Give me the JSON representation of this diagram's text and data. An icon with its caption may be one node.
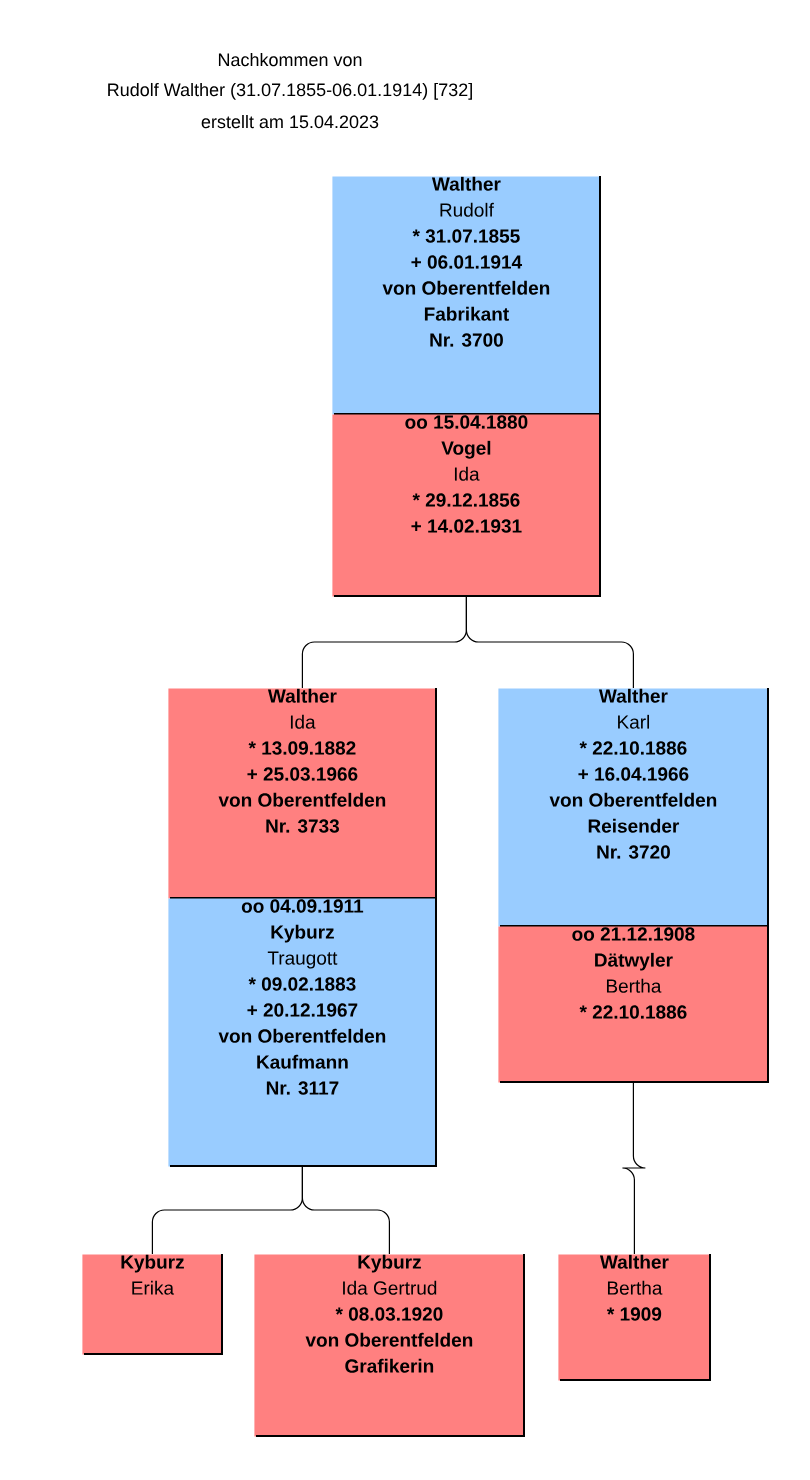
{
  "diagram": {
    "title": "Nachkommen von",
    "nodes": [
      {
        "text": [
          "Walther",
          "Rudolf",
          "* 31.07.1855",
          "+ 06.01.1914",
          "von Oberentfelden",
          "Fabrikant",
          "Nr. 3700"
        ]
      },
      {
        "text": [
          "oo 15.04.1880",
          "Vogel",
          "Ida",
          "* 29.12.1856",
          "+ 14.02.1931"
        ]
      },
      {
        "text": [
          "Walther",
          "Ida",
          "* 13.09.1882",
          "+ 25.03.1966",
          "von Oberentfelden",
          "Nr. 3733"
        ]
      },
      {
        "text": [
          "oo 04.09.1911",
          "Kyburz",
          "Traugott",
          "* 09.02.1883",
          "+ 20.12.1967",
          "von Oberentfelden",
          "Kaufmann",
          "Nr. 3117"
        ]
      },
      {
        "text": [
          "Walther",
          "Karl",
          "* 22.10.1886",
          "+ 16.04.1966",
          "von Oberentfelden",
          "Reisender",
          "Nr. 3720"
        ]
      },
      {
        "text": [
          "oo 21.12.1908",
          "Dätwyler",
          "Bertha",
          "* 22.10.1886"
        ]
      },
      {
        "text": [
          "Kyburz",
          "Erika"
        ]
      },
      {
        "text": [
          "Kyburz",
          "Ida Gertrud",
          "* 08.03.1920",
          "von Oberentfelden",
          "Grafikerin"
        ]
      },
      {
        "text": [
          "Walther",
          "Bertha",
          "* 1909"
        ]
      }
    ],
    "edges": [
      {
        "from": 1,
        "to": 2,
        "arrow": "none"
      },
      {
        "from": 1,
        "to": 4,
        "arrow": "none"
      },
      {
        "from": 3,
        "to": 6,
        "arrow": "none"
      },
      {
        "from": 3,
        "to": 7,
        "arrow": "none"
      },
      {
        "from": 5,
        "to": 8,
        "arrow": "none"
      }
    ],
    "labels": [
      "Rudolf Walther (31.07.1855-06.01.1914) [732]",
      "erstellt am 15.04.2023"
    ]
  }
}
